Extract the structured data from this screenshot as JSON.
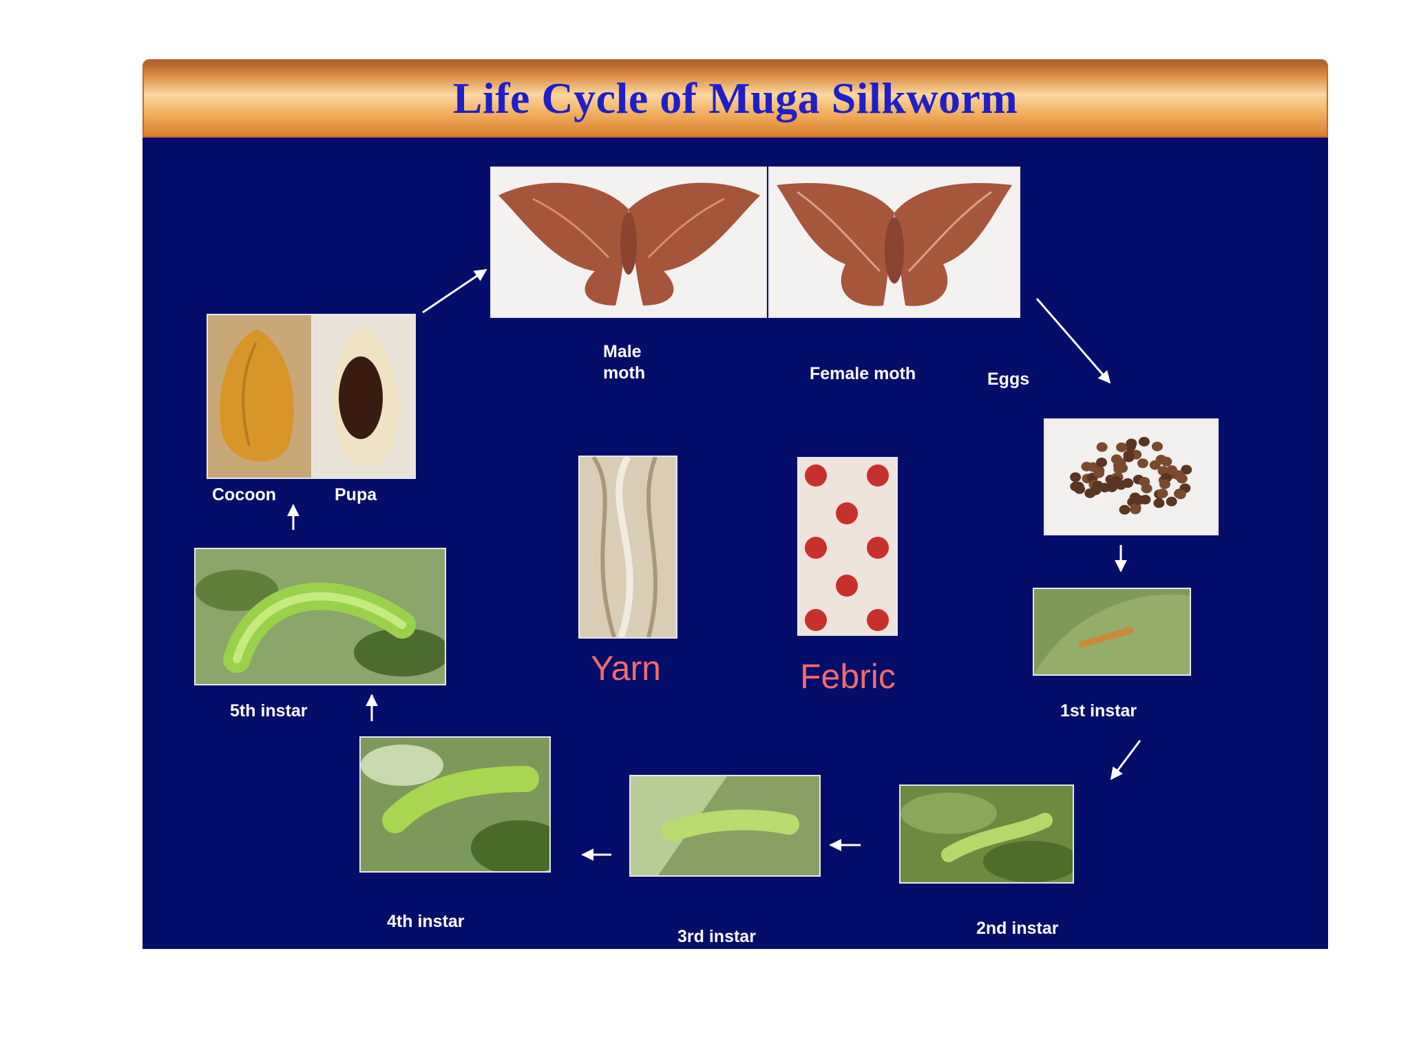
{
  "title": "Life Cycle of  Muga Silkworm",
  "stages": {
    "male_moth": "Male\nmoth",
    "female_moth": "Female moth",
    "eggs": "Eggs",
    "instar_1": "1st  instar",
    "instar_2": "2nd instar",
    "instar_3": "3rd  instar",
    "instar_4": "4th instar",
    "instar_5": "5th  instar",
    "cocoon": "Cocoon",
    "pupa": "Pupa"
  },
  "products": {
    "yarn": "Yarn",
    "fabric": "Febric"
  },
  "colors": {
    "panel": "#050d6a",
    "title_text": "#1f1fc8",
    "product_text": "#f26a6a"
  }
}
